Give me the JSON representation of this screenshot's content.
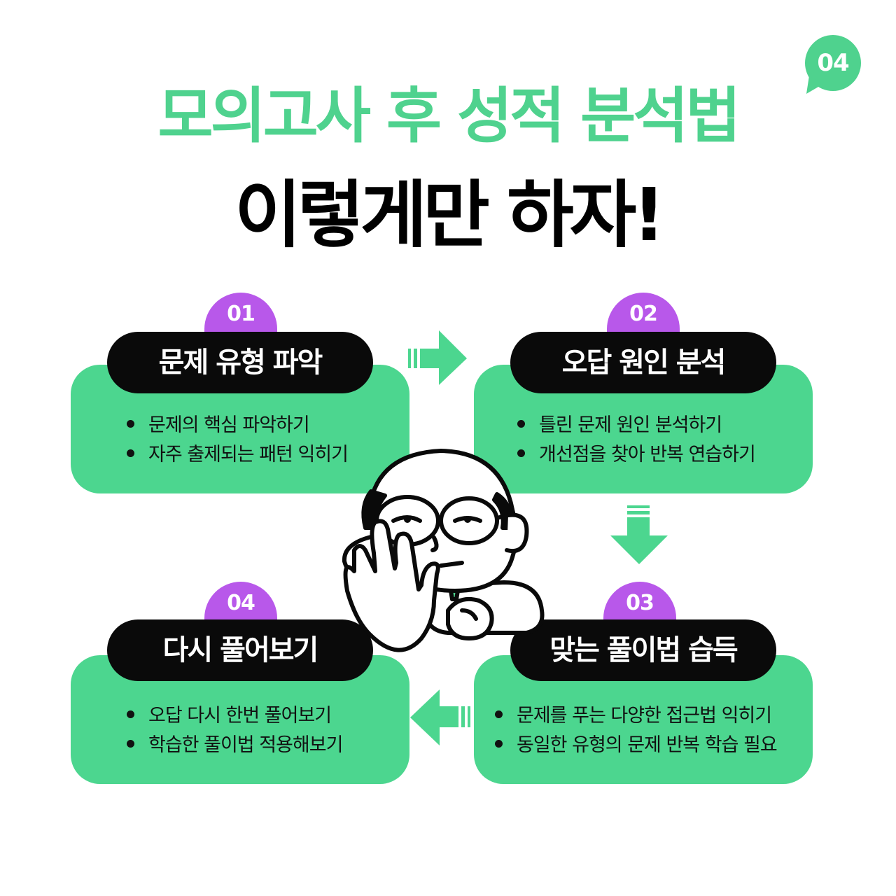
{
  "page_badge": "04",
  "title_line1": "모의고사 후 성적 분석법",
  "title_line2": "이렇게만 하자!",
  "steps": [
    {
      "number": "01",
      "title": "문제 유형 파악",
      "bullets": [
        "문제의 핵심 파악하기",
        "자주 출제되는 패턴 익히기"
      ]
    },
    {
      "number": "02",
      "title": "오답 원인 분석",
      "bullets": [
        "틀린 문제 원인 분석하기",
        "개선점을 찾아 반복 연습하기"
      ]
    },
    {
      "number": "03",
      "title": "맞는 풀이법 습득",
      "bullets": [
        "문제를 푸는 다양한 접근법 익히기",
        "동일한 유형의 문제 반복 학습 필요"
      ]
    },
    {
      "number": "04",
      "title": "다시 풀어보기",
      "bullets": [
        "오답 다시 한번 풀어보기",
        "학습한 풀이법 적용해보기"
      ]
    }
  ],
  "colors": {
    "green": "#4cd68f",
    "title_green": "#4fd28e",
    "purple": "#b858ea",
    "black": "#0a0a0a"
  }
}
